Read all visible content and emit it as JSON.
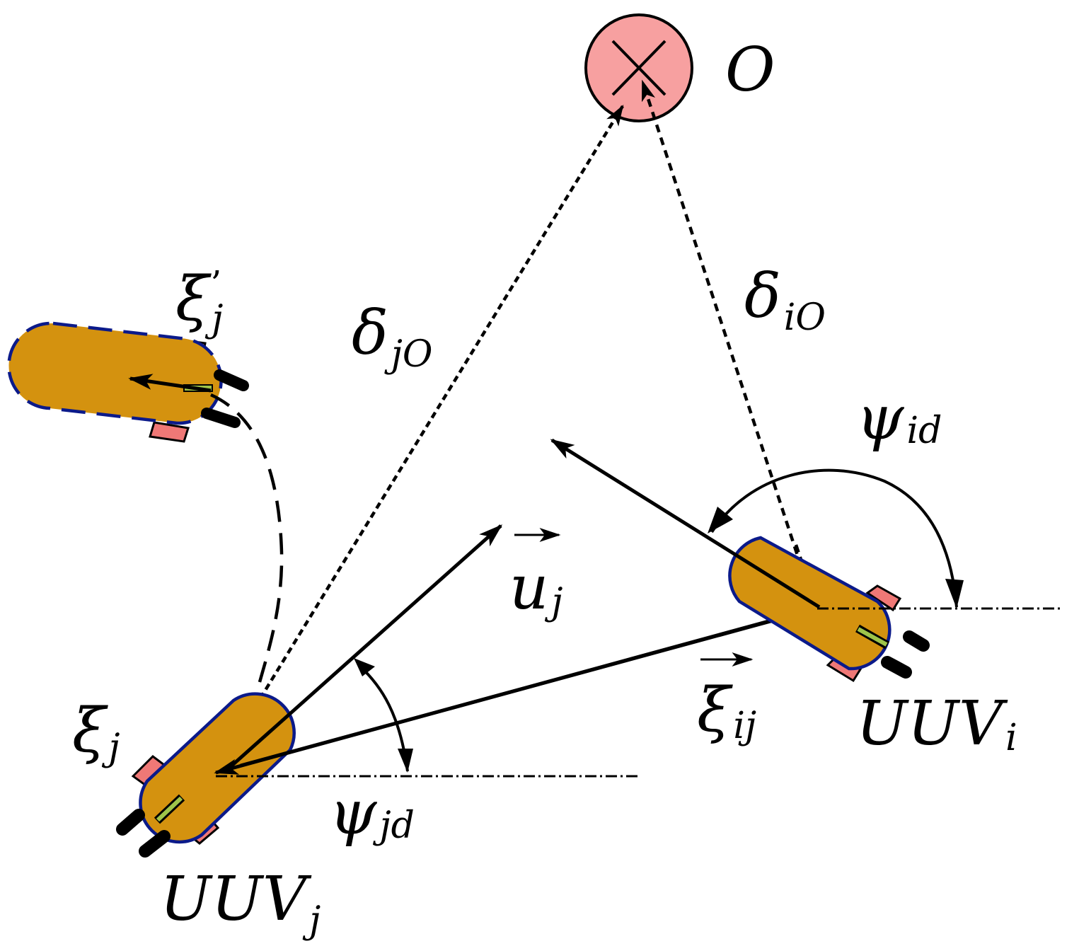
{
  "labels": {
    "obstacle": "O",
    "delta_jO": {
      "base": "δ",
      "sub": "jO"
    },
    "delta_iO": {
      "base": "δ",
      "sub": "iO"
    },
    "psi_id": {
      "base": "ψ",
      "sub": "id"
    },
    "psi_jd": {
      "base": "ψ",
      "sub": "jd"
    },
    "u_j": {
      "base": "u",
      "sub": "j"
    },
    "xi_ij": {
      "base": "ξ",
      "sub": "ij"
    },
    "xi_j": {
      "base": "ξ",
      "sub": "j"
    },
    "xi_j_prime": {
      "base": "ξ",
      "sub": "j",
      "prime": "’"
    },
    "uuv_i": {
      "base": "UUV",
      "sub": "i"
    },
    "uuv_j": {
      "base": "UUV",
      "sub": "j"
    }
  },
  "colors": {
    "hull": "#d4920f",
    "hull_outline": "#0b1a8a",
    "fin": "#ef7876",
    "obstacle_fill": "#f7a0a0",
    "window": "#9ec44a",
    "stroke": "#000000"
  }
}
